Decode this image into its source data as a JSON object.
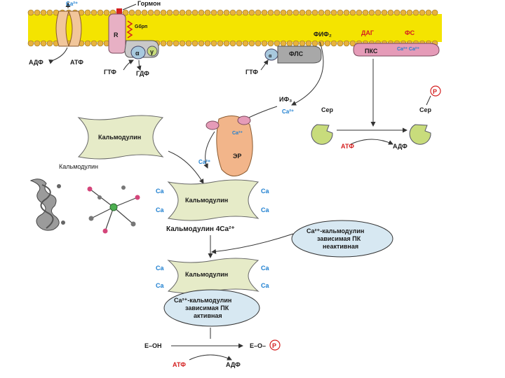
{
  "colors": {
    "membrane_yellow": "#f4e400",
    "lipid_head": "#e8b23c",
    "calmodulin_fill": "#e6ebc8",
    "pink": "#e59bb8",
    "oval_blue": "#d7e8f2",
    "green": "#c8dc7c",
    "ca_blue": "#1e7fd0",
    "red": "#d42020"
  },
  "membrane": {
    "ca_top": "Ca²⁺",
    "hormone": "Гормон",
    "receptor": "R",
    "g_prot": "Gбрп",
    "alpha": "α",
    "gamma": "γ",
    "alpha2": "α",
    "flc": "ФЛС",
    "fif2": "ФИФ₂",
    "dag": "ДАГ",
    "fs": "ФС",
    "pks": "ПКС",
    "pks_ca": "Ca²⁺ Ca²⁺"
  },
  "bottom_membrane_labels": {
    "adf": "АДФ",
    "atf": "АТФ",
    "gtf": "ГТФ",
    "gdf": "ГДФ",
    "gtf2": "ГТФ"
  },
  "signals": {
    "if3": "ИФ₃",
    "ca1": "Ca²⁺",
    "ca2": "Ca²⁺",
    "er": "ЭР",
    "er_ca": "Ca²⁺"
  },
  "ser_reaction": {
    "ser_left": "Сер",
    "ser_right": "Сер",
    "p": "P",
    "atf": "АТФ",
    "adf": "АДФ"
  },
  "calmodulin": {
    "top": "Кальмодулин",
    "structure_caption": "Кальмодулин",
    "middle": "Кальмодулин",
    "middle_caption": "Кальмодулин 4Ca²⁺",
    "bottom": "Кальмодулин",
    "ca": "Ca"
  },
  "kinase": {
    "inactive_line1": "Ca²⁺-кальмодулин",
    "inactive_line2": "зависимая ПК",
    "inactive_line3": "неактивная",
    "active_line1": "Ca²⁺-кальмодулин",
    "active_line2": "зависимая ПК",
    "active_line3": "активная"
  },
  "final_reaction": {
    "left": "E–OH",
    "right": "E–O–",
    "p": "P",
    "atf": "АТФ",
    "adf": "АДФ"
  }
}
